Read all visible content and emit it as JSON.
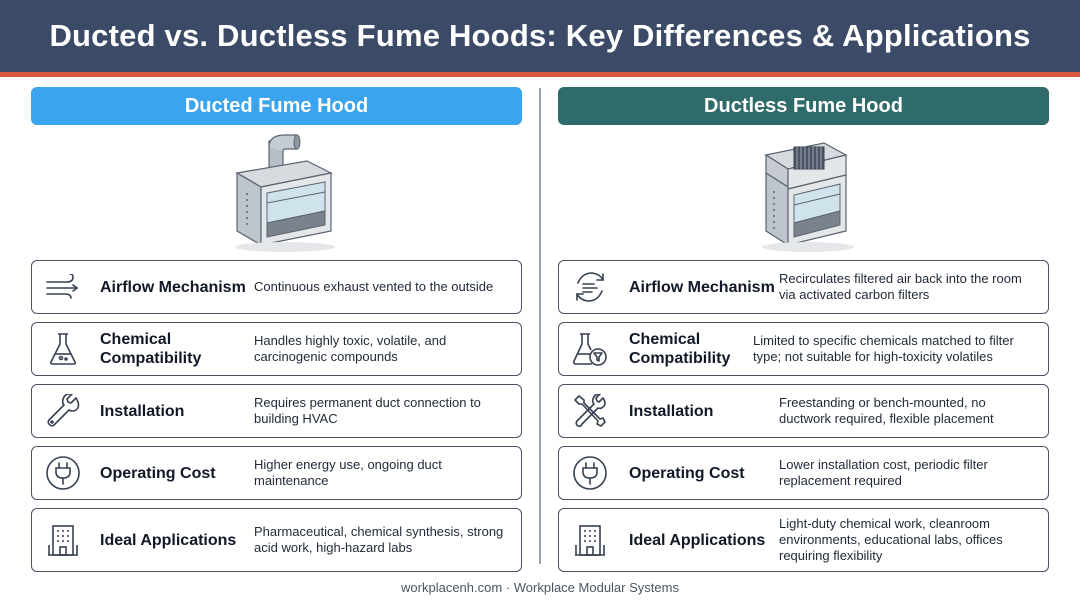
{
  "header": {
    "title": "Ducted vs. Ductless Fume Hoods: Key Differences & Applications"
  },
  "colors": {
    "header_bg": "#3b4a66",
    "accent_stripe": "#d9553b",
    "ducted_accent": "#3ba4ee",
    "ductless_accent": "#2e6b6a"
  },
  "ducted": {
    "title": "Ducted Fume Hood",
    "illustration": "ducted-fume-hood-illustration",
    "rows": [
      {
        "icon": "airflow-icon",
        "label": "Airflow Mechanism",
        "desc": "Continuous exhaust vented to the outside"
      },
      {
        "icon": "flask-icon",
        "label": "Chemical Compatibility",
        "desc": "Handles highly toxic, volatile, and carcinogenic compounds"
      },
      {
        "icon": "wrench-icon",
        "label": "Installation",
        "desc": "Requires permanent duct connection to building HVAC"
      },
      {
        "icon": "plug-icon",
        "label": "Operating Cost",
        "desc": "Higher energy use, ongoing duct maintenance"
      },
      {
        "icon": "building-icon",
        "label": "Ideal Applications",
        "desc": "Pharmaceutical, chemical synthesis, strong acid work, high-hazard labs"
      }
    ]
  },
  "ductless": {
    "title": "Ductless Fume Hood",
    "illustration": "ductless-fume-hood-illustration",
    "rows": [
      {
        "icon": "recirculate-icon",
        "label": "Airflow Mechanism",
        "desc": "Recirculates filtered air back into the room via activated carbon filters"
      },
      {
        "icon": "flask-filter-icon",
        "label": "Chemical Compatibility",
        "desc": "Limited to specific chemicals matched to filter type; not suitable for high-toxicity volatiles"
      },
      {
        "icon": "tools-icon",
        "label": "Installation",
        "desc": "Freestanding or bench-mounted, no ductwork required, flexible placement"
      },
      {
        "icon": "plug-icon",
        "label": "Operating Cost",
        "desc": "Lower installation cost, periodic filter replacement required"
      },
      {
        "icon": "building-icon",
        "label": "Ideal Applications",
        "desc": "Light-duty chemical work, cleanroom environments, educational labs, offices requiring flexibility"
      }
    ]
  },
  "footer": {
    "text": "workplacenh.com · Workplace Modular Systems"
  }
}
